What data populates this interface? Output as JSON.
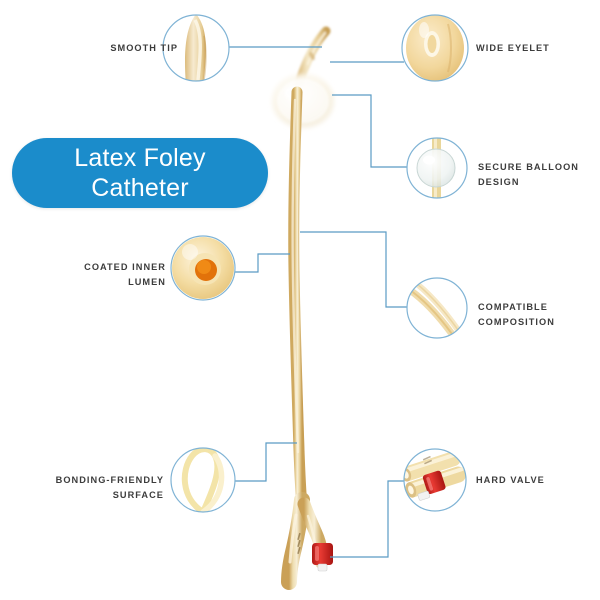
{
  "title_badge": {
    "line1": "Latex Foley",
    "line2": "Catheter",
    "color": "#1b8ccb"
  },
  "colors": {
    "brand_blue": "#1b8ccb",
    "leader_line": "#5b9bc4",
    "circle_border": "#7fb3d5",
    "latex_tan": "#e8cf92",
    "latex_tan_dark": "#d4b368",
    "latex_highlight": "#f7ecce",
    "valve_red": "#e02b28",
    "lumen_orange": "#e2720a",
    "label_text": "#3c3c3c",
    "background": "#ffffff"
  },
  "product": {
    "name": "Latex Foley Catheter",
    "illustration": "foley-catheter-illustration"
  },
  "callouts": [
    {
      "id": "smooth-tip",
      "label": "Smooth Tip",
      "label_lines": "SMOOTH TIP",
      "side": "left",
      "icon": "catheter-tip-icon"
    },
    {
      "id": "wide-eyelet",
      "label": "Wide Eyelet",
      "label_lines": "WIDE EYELET",
      "side": "right",
      "icon": "eyelet-opening-icon"
    },
    {
      "id": "secure-balloon-design",
      "label": "Secure Balloon Design",
      "label_lines": "SECURE BALLOON\nDESIGN",
      "side": "right",
      "icon": "inflated-balloon-icon"
    },
    {
      "id": "coated-inner-lumen",
      "label": "Coated Inner Lumen",
      "label_lines": "COATED INNER\nLUMEN",
      "side": "left",
      "icon": "lumen-cross-section-icon"
    },
    {
      "id": "compatible-composition",
      "label": "Compatible Composition",
      "label_lines": "COMPATIBLE\nCOMPOSITION",
      "side": "right",
      "icon": "material-strands-icon"
    },
    {
      "id": "bonding-friendly-surface",
      "label": "Bonding-Friendly Surface",
      "label_lines": "BONDING-FRIENDLY\nSURFACE",
      "side": "left",
      "icon": "balloon-loop-icon"
    },
    {
      "id": "hard-valve",
      "label": "Hard Valve",
      "label_lines": "HARD VALVE",
      "side": "right",
      "icon": "valve-funnel-icon"
    }
  ]
}
